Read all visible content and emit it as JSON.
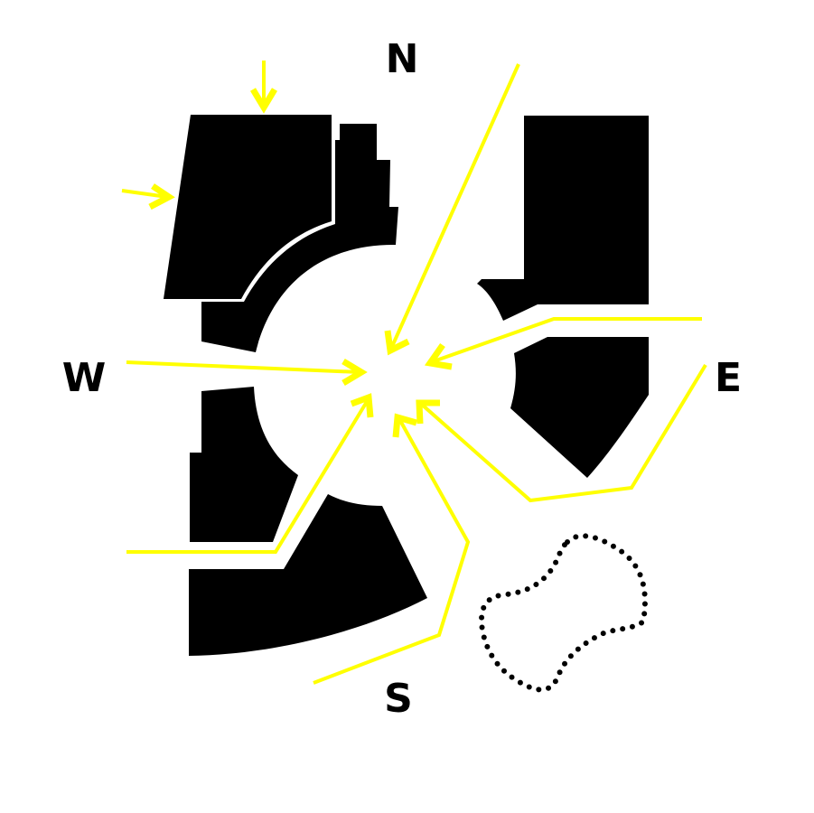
{
  "diagram": {
    "compass_labels": {
      "north": "N",
      "south": "S",
      "east": "E",
      "west": "W"
    },
    "colors": {
      "background": "#ffffff",
      "buildings": "#000000",
      "access_arrows": "#ffff00",
      "pond_outline": "#000000"
    },
    "icons": [
      "arrow-icon",
      "pond-outline"
    ]
  }
}
